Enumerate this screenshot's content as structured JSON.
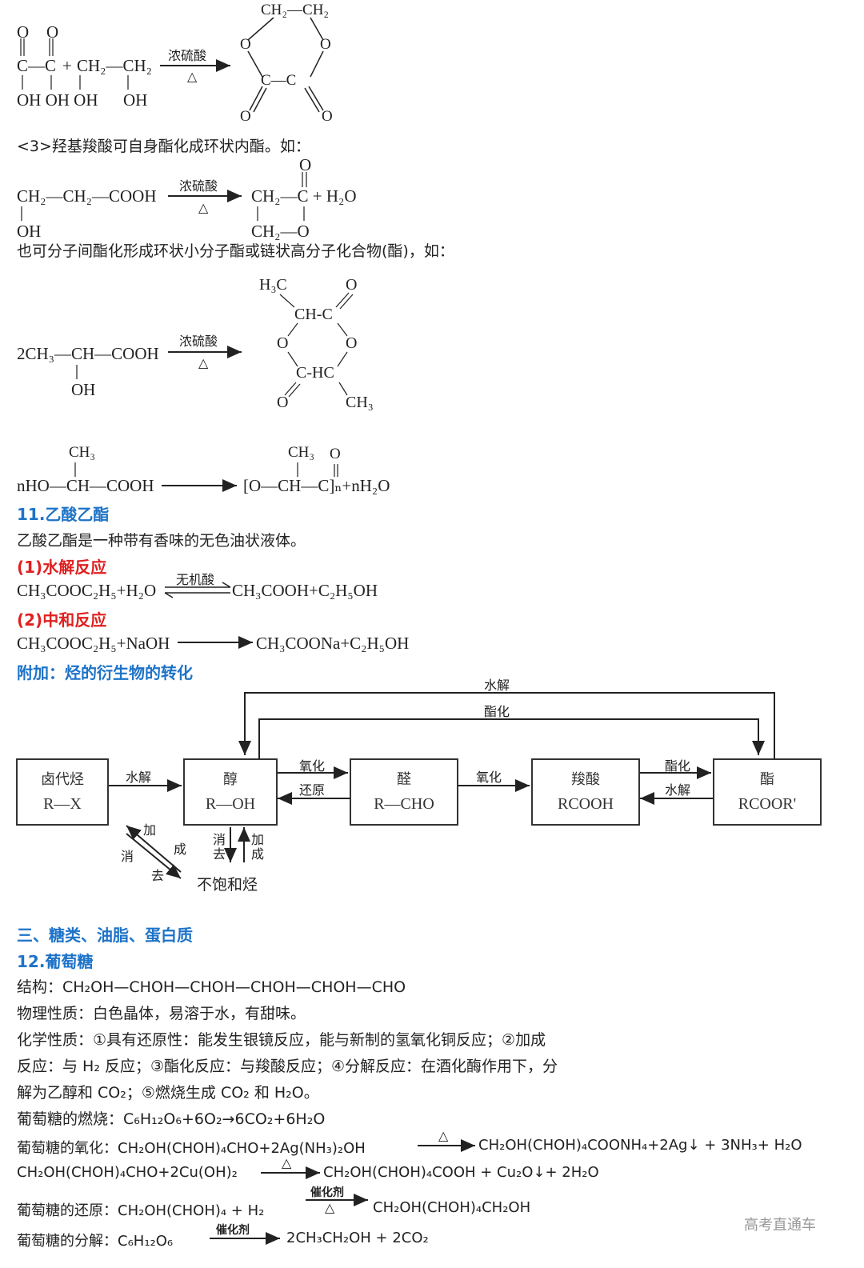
{
  "reactions_top": {
    "oxalic": {
      "o1": "O",
      "o2": "O",
      "c_row": "C—C",
      "plus": "+",
      "diol": "CH₂—CH₂",
      "oh_row": "OH OH OH",
      "oh_right": "OH"
    },
    "cond": {
      "acid": "浓硫酸",
      "heat": "△"
    },
    "ring1": {
      "top": "CH₂—CH₂",
      "o_left": "O",
      "o_right": "O",
      "cc": "C—C",
      "o_b1": "O",
      "o_b2": "O"
    }
  },
  "hydroxy_acid": {
    "title": "<3>羟基羧酸可自身酯化成环状内酯。如：",
    "left_main": "CH₂—CH₂—COOH",
    "left_oh": "OH",
    "cond_acid": "浓硫酸",
    "cond_heat": "△",
    "prod_o": "O",
    "prod_main": "CH₂—C + H₂O",
    "prod_bottom": "CH₂—O",
    "note": "也可分子间酯化形成环状小分子酯或链状高分子化合物(酯)，如："
  },
  "lactide": {
    "left_main": "2CH₃—CH—COOH",
    "left_oh": "OH",
    "cond_acid": "浓硫酸",
    "cond_heat": "△",
    "h3c": "H₃C",
    "o_top": "O",
    "ch_c": "CH-C",
    "o_l": "O",
    "o_r": "O",
    "c_hc": "C-HC",
    "o_bottom": "O",
    "ch3": "CH₃"
  },
  "poly": {
    "ch3_left": "CH₃",
    "left": "nHO—CH—COOH",
    "ch3_right": "CH₃",
    "o_right": "O",
    "right": "[O—CH—C]ₙ+nH₂O"
  },
  "section11": {
    "title": "11.乙酸乙酯",
    "desc": "乙酸乙酯是一种带有香味的无色油状液体。",
    "h1": "(1)水解反应",
    "eq1_left": "CH₃COOC₂H₅+H₂O",
    "eq1_cond": "无机酸",
    "eq1_right": "CH₃COOH+C₂H₅OH",
    "h2": "(2)中和反应",
    "eq2_left": "CH₃COOC₂H₅+NaOH",
    "eq2_right": "CH₃COONa+C₂H₅OH",
    "extra": "附加：烃的衍生物的转化"
  },
  "diagram": {
    "top_label1": "水解",
    "top_label2": "酯化",
    "boxes": [
      {
        "name": "卤代烃",
        "formula": "R—X"
      },
      {
        "name": "醇",
        "formula": "R—OH"
      },
      {
        "name": "醛",
        "formula": "R—CHO"
      },
      {
        "name": "羧酸",
        "formula": "RCOOH"
      },
      {
        "name": "酯",
        "formula": "RCOOR'"
      }
    ],
    "a1": "水解",
    "a2_top": "氧化",
    "a2_bottom": "还原",
    "a3": "氧化",
    "a4_top": "酯化",
    "a4_bottom": "水解",
    "diag_add": "加",
    "diag_cheng": "成",
    "diag_xiao": "消",
    "diag_qu": "去",
    "v_xiao": "消",
    "v_qu": "去",
    "v_jia": "加",
    "v_cheng": "成",
    "unsat": "不饱和烃"
  },
  "section3": {
    "title": "三、糖类、油脂、蛋白质",
    "sub": "12.葡萄糖",
    "struct": "结构：CH₂OH—CHOH—CHOH—CHOH—CHOH—CHO",
    "phys": "物理性质：白色晶体，易溶于水，有甜味。",
    "chem1": "化学性质：①具有还原性：能发生银镜反应，能与新制的氢氧化铜反应；②加成",
    "chem2": "反应：与 H₂ 反应；③酯化反应：与羧酸反应；④分解反应：在酒化酶作用下，分",
    "chem3": "解为乙醇和 CO₂；⑤燃烧生成 CO₂ 和 H₂O。",
    "burn": "葡萄糖的燃烧：C₆H₁₂O₆+6O₂→6CO₂+6H₂O",
    "ox_label": "葡萄糖的氧化：CH₂OH(CHOH)₄CHO+2Ag(NH₃)₂OH",
    "ox_heat": "△",
    "ox_right": "CH₂OH(CHOH)₄COONH₄+2Ag↓ + 3NH₃+ H₂O",
    "cu_left": "CH₂OH(CHOH)₄CHO+2Cu(OH)₂",
    "cu_heat": "△",
    "cu_right": "CH₂OH(CHOH)₄COOH + Cu₂O↓+ 2H₂O",
    "red_label": "葡萄糖的还原：CH₂OH(CHOH)₄ + H₂",
    "red_cat": "催化剂",
    "red_heat": "△",
    "red_right": "CH₂OH(CHOH)₄CH₂OH",
    "dec_label": "葡萄糖的分解：C₆H₁₂O₆",
    "dec_cat": "催化剂",
    "dec_right": "2CH₃CH₂OH + 2CO₂"
  },
  "watermark": "高考直通车"
}
